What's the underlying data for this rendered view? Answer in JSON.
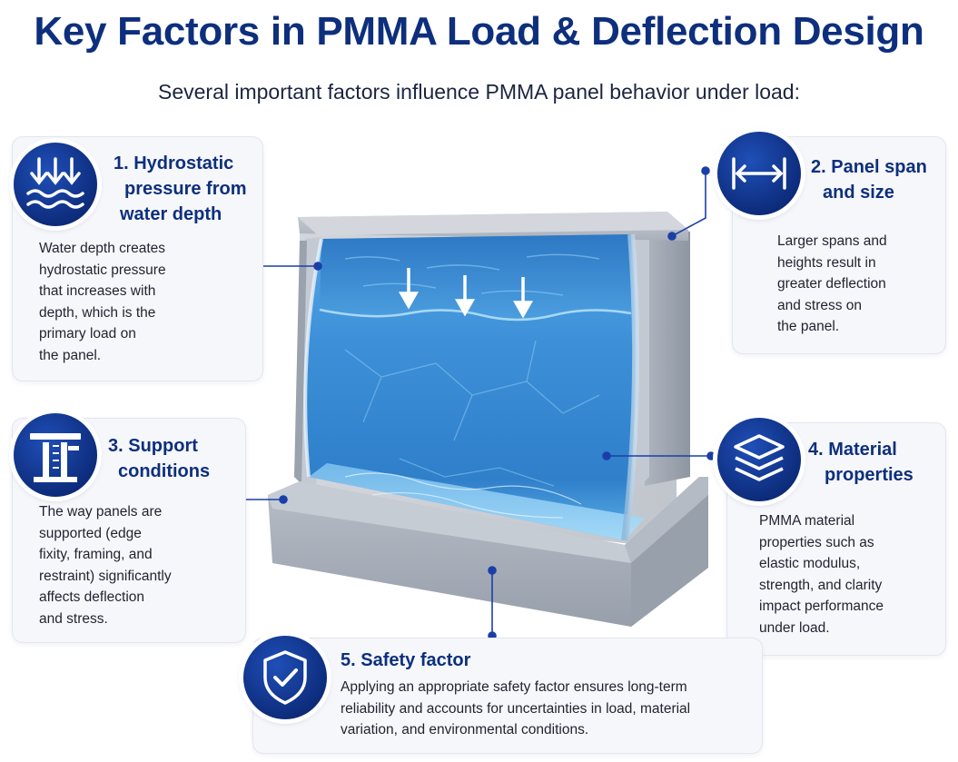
{
  "title": "Key Factors in PMMA Load & Deflection Design",
  "subtitle": "Several important factors influence PMMA panel behavior under load:",
  "colors": {
    "accent": "#0d2f7d",
    "badge": "#1447b0",
    "card_bg": "#f6f7fa",
    "water": "#3b8fd6"
  },
  "factors": [
    {
      "icon": "pressure-arrows-icon",
      "title_lines": [
        "1. Hydrostatic",
        "pressure from",
        "water depth"
      ],
      "body_lines": [
        "Water depth creates",
        "hydrostatic pressure",
        "that increases with",
        "depth, which is the",
        "primary load on",
        "the panel."
      ]
    },
    {
      "icon": "span-width-icon",
      "title_lines": [
        "2. Panel span",
        "and size"
      ],
      "body_lines": [
        "Larger spans and",
        "heights result in",
        "greater deflection",
        "and stress on",
        "the panel."
      ]
    },
    {
      "icon": "support-frame-icon",
      "title_lines": [
        "3. Support",
        "conditions"
      ],
      "body_lines": [
        "The way panels are",
        "supported (edge",
        "fixity, framing, and",
        "restraint) significantly",
        "affects deflection",
        "and stress."
      ]
    },
    {
      "icon": "layers-icon",
      "title_lines": [
        "4. Material",
        "properties"
      ],
      "body_lines": [
        "PMMA material",
        "properties such as",
        "elastic modulus,",
        "strength, and clarity",
        "impact performance",
        "under load."
      ]
    },
    {
      "icon": "shield-check-icon",
      "title_lines": [
        "5. Safety factor"
      ],
      "body_lines": [
        "Applying an appropriate safety factor ensures long-term",
        "reliability and accounts for uncertainties in load, material",
        "variation, and environmental conditions."
      ]
    }
  ]
}
